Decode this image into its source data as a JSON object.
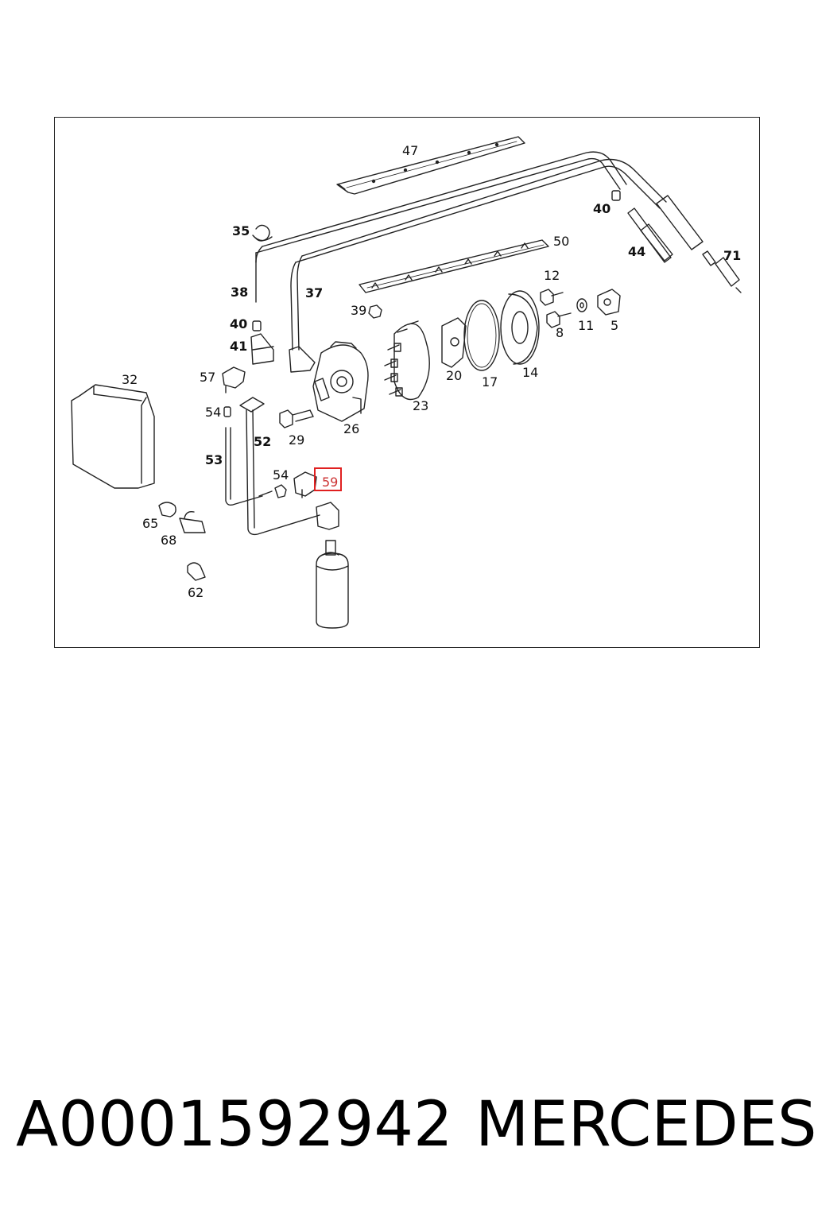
{
  "diagram": {
    "callouts": {
      "c47": "47",
      "c40a": "40",
      "c35": "35",
      "c50": "50",
      "c44": "44",
      "c71": "71",
      "c38": "38",
      "c37": "37",
      "c12": "12",
      "c39": "39",
      "c40b": "40",
      "c8": "8",
      "c11": "11",
      "c5": "5",
      "c41": "41",
      "c32": "32",
      "c57": "57",
      "c20": "20",
      "c17": "17",
      "c14": "14",
      "c54a": "54",
      "c23": "23",
      "c26": "26",
      "c52": "52",
      "c29": "29",
      "c53": "53",
      "c54b": "54",
      "c59": "59",
      "c65": "65",
      "c68": "68",
      "c62": "62"
    },
    "highlighted_part": "59",
    "highlight_color": "#e02020"
  },
  "footer": {
    "part_number": "A0001592942",
    "brand": "MERCEDES"
  }
}
